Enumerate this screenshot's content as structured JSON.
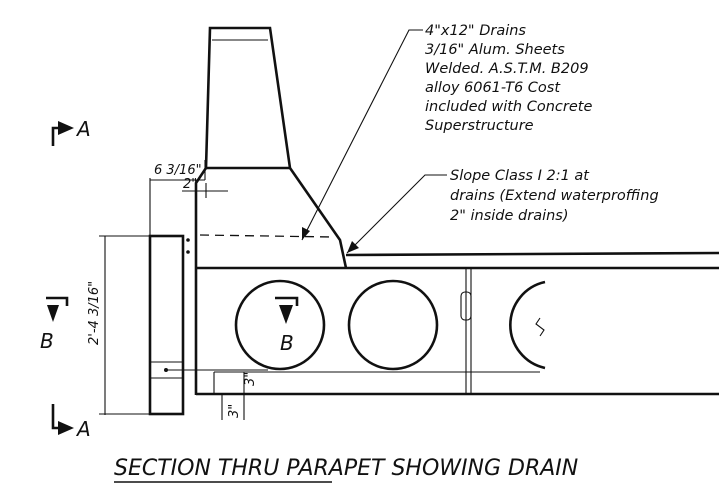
{
  "notes": {
    "drains": [
      "4\"x12\" Drains",
      "3/16\" Alum. Sheets",
      "Welded. A.S.T.M. B209",
      "alloy 6061-T6 Cost",
      "included with Concrete",
      "Superstructure"
    ],
    "slope": [
      "Slope Class I 2:1 at",
      "drains (Extend waterproffing",
      "2\" inside drains)"
    ]
  },
  "dimensions": {
    "overall_width": "6 3/16\"",
    "offset": "2\"",
    "height": "2'-4 3/16\"",
    "bottom_left": "3\"",
    "bottom_right": "3\""
  },
  "section_marks": {
    "a_top": "A",
    "a_bottom": "A",
    "b_left": "B",
    "b_hole": "B"
  },
  "title": "SECTION THRU PARAPET SHOWING DRAIN"
}
